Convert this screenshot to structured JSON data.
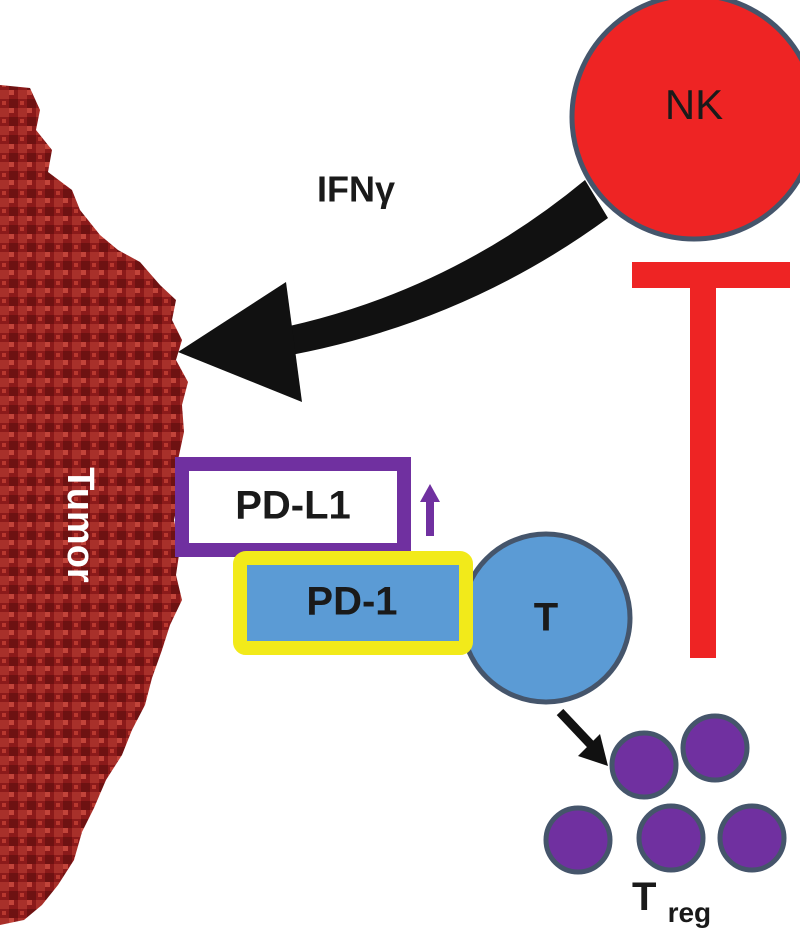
{
  "labels": {
    "nk": "NK",
    "ifn": "IFNγ",
    "tumor": "Tumor",
    "pdl1": "PD-L1",
    "pd1": "PD-1",
    "t": "T",
    "treg_main": "T",
    "treg_sub": "reg"
  },
  "colors": {
    "nk_fill": "#ee2424",
    "inhibit_bar": "#ee2424",
    "t_cell_fill": "#5b9bd5",
    "pd1_fill": "#5b9bd5",
    "pd1_border": "#f2ea1a",
    "pdl1_border": "#7030a0",
    "treg_fill": "#7030a0",
    "tumor_fill": "#8b1a1a",
    "cell_outline": "#45556b",
    "arrow": "#111111"
  }
}
